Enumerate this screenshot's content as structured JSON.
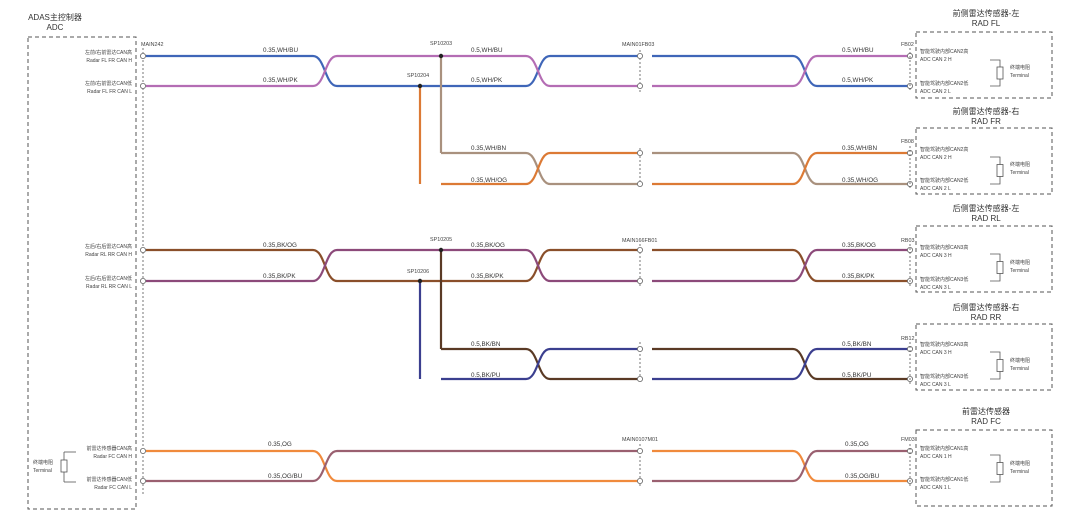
{
  "controller": {
    "title": "ADAS主控制器",
    "abbr": "ADC",
    "connector": "MAIN242",
    "pins": [
      {
        "cn": "左前/右前雷达CAN高",
        "en": "Radar FL FR CAN H"
      },
      {
        "cn": "左前/右前雷达CAN低",
        "en": "Radar FL FR CAN L"
      },
      {
        "cn": "左后/右后雷达CAN高",
        "en": "Radar RL RR CAN H"
      },
      {
        "cn": "左后/右后雷达CAN低",
        "en": "Radar RL RR CAN L"
      },
      {
        "cn": "前雷达传感器CAN高",
        "en": "Radar FC CAN H"
      },
      {
        "cn": "前雷达传感器CAN低",
        "en": "Radar FC CAN L"
      }
    ],
    "terminal": {
      "cn": "终端电阻",
      "en": "Terminal"
    }
  },
  "inline_connectors": [
    "MAIN01FB03",
    "MAIN166FB01",
    "MAIN0107M01"
  ],
  "splices": [
    "SP10203",
    "SP10204",
    "SP10205",
    "SP10206"
  ],
  "wires": [
    {
      "gauge_left": "0.35,WH/BU",
      "gauge_mid": "0.5,WH/BU",
      "gauge_right": "0.5,WH/BU",
      "color": "#3f66b8"
    },
    {
      "gauge_left": "0.35,WH/PK",
      "gauge_mid": "0.5,WH/PK",
      "gauge_right": "0.5,WH/PK",
      "color": "#b46db4"
    },
    {
      "gauge_mid": "0.35,WH/BN",
      "gauge_right": "0.35,WH/BN",
      "color": "#a9917e"
    },
    {
      "gauge_mid": "0.35,WH/OG",
      "gauge_right": "0.35,WH/OG",
      "color": "#dc7a35"
    },
    {
      "gauge_left": "0.35,BK/OG",
      "gauge_mid": "0.35,BK/OG",
      "gauge_right": "0.35,BK/OG",
      "color": "#8a4f2a"
    },
    {
      "gauge_left": "0.35,BK/PK",
      "gauge_mid": "0.35,BK/PK",
      "gauge_right": "0.35,BK/PK",
      "color": "#8c4a7a"
    },
    {
      "gauge_mid": "0.5,BK/BN",
      "gauge_right": "0.5,BK/BN",
      "color": "#5a3a25"
    },
    {
      "gauge_mid": "0.5,BK/PU",
      "gauge_right": "0.5,BK/PU",
      "color": "#3b3f8f"
    },
    {
      "gauge_left": "0.35,OG",
      "gauge_right": "0.35,OG",
      "color": "#f08a3c"
    },
    {
      "gauge_left": "0.35,OG/BU",
      "gauge_right": "0.35,OG/BU",
      "color": "#9a6070"
    }
  ],
  "sensors": [
    {
      "cn": "前侧雷达传感器-左",
      "en": "RAD FL",
      "connector": "FB02",
      "pin_h_cn": "智能驾驶内部CAN2高",
      "pin_h_en": "ADC CAN 2 H",
      "pin_l_cn": "智能驾驶内部CAN2低",
      "pin_l_en": "ADC CAN 2 L",
      "terminal_cn": "终端电阻",
      "terminal_en": "Terminal"
    },
    {
      "cn": "前侧雷达传感器-右",
      "en": "RAD FR",
      "connector": "FB08",
      "pin_h_cn": "智能驾驶内部CAN2高",
      "pin_h_en": "ADC CAN 2 H",
      "pin_l_cn": "智能驾驶内部CAN2低",
      "pin_l_en": "ADC CAN 2 L",
      "terminal_cn": "终端电阻",
      "terminal_en": "Terminal"
    },
    {
      "cn": "后侧雷达传感器-左",
      "en": "RAD RL",
      "connector": "RB03",
      "pin_h_cn": "智能驾驶内部CAN3高",
      "pin_h_en": "ADC CAN 3 H",
      "pin_l_cn": "智能驾驶内部CAN3低",
      "pin_l_en": "ADC CAN 3 L",
      "terminal_cn": "终端电阻",
      "terminal_en": "Terminal"
    },
    {
      "cn": "后侧雷达传感器-右",
      "en": "RAD RR",
      "connector": "RB12",
      "pin_h_cn": "智能驾驶内部CAN3高",
      "pin_h_en": "ADC CAN 3 H",
      "pin_l_cn": "智能驾驶内部CAN3低",
      "pin_l_en": "ADC CAN 3 L",
      "terminal_cn": "终端电阻",
      "terminal_en": "Terminal"
    },
    {
      "cn": "前雷达传感器",
      "en": "RAD FC",
      "connector": "FM03",
      "pin_h_cn": "智能驾驶内部CAN1高",
      "pin_h_en": "ADC CAN 1 H",
      "pin_l_cn": "智能驾驶内部CAN1低",
      "pin_l_en": "ADC CAN 1 L",
      "terminal_cn": "终端电阻",
      "terminal_en": "Terminal"
    }
  ],
  "colors": {
    "box": "#555555",
    "connector_line": "#555555"
  }
}
